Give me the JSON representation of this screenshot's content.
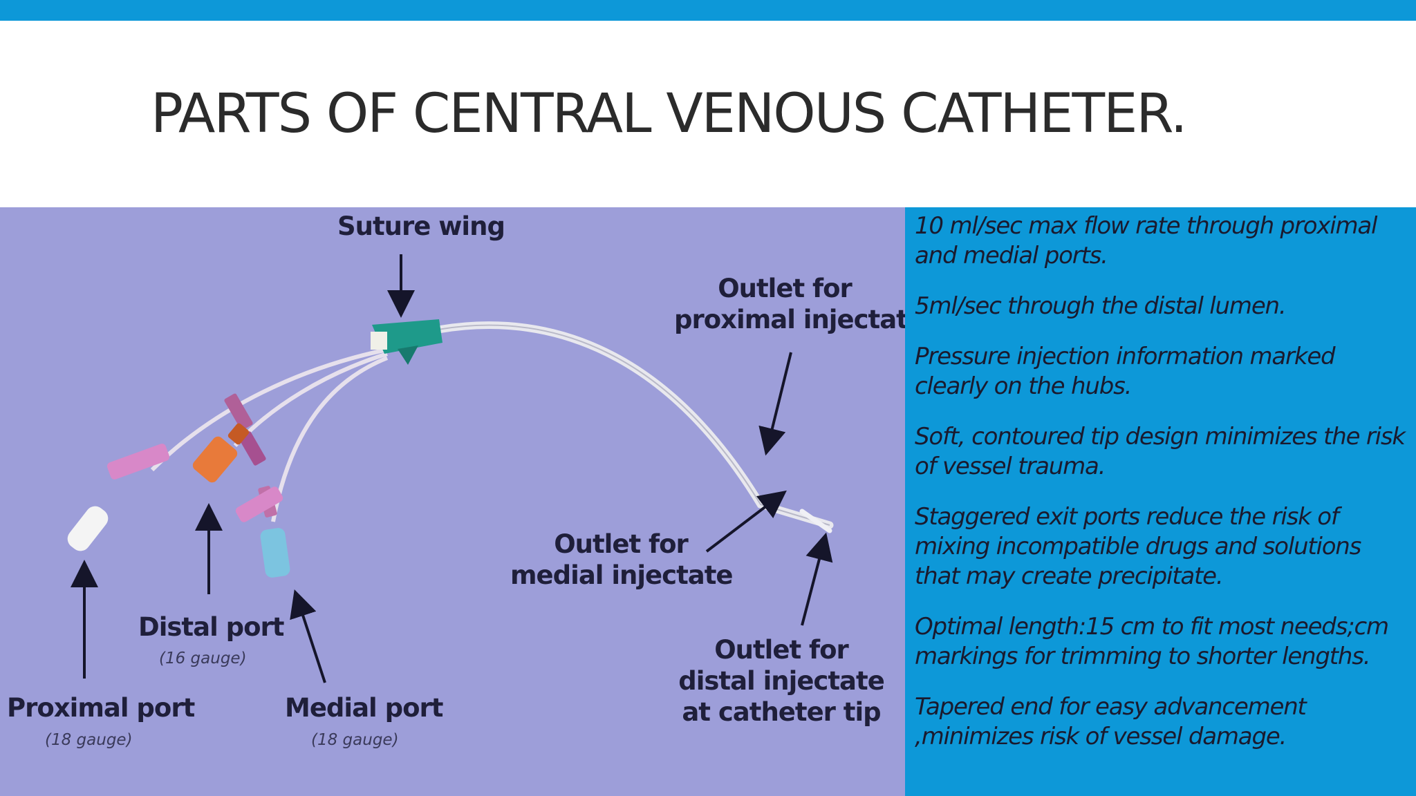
{
  "slide": {
    "title": "PARTS OF CENTRAL VENOUS CATHETER."
  },
  "diagram": {
    "labels": {
      "suture_wing": "Suture wing",
      "outlet_proximal": [
        "Outlet for",
        "proximal injectate"
      ],
      "outlet_medial": [
        "Outlet for",
        "medial injectate"
      ],
      "outlet_distal": [
        "Outlet for",
        "distal injectate",
        "at catheter tip"
      ],
      "distal_port": "Distal port",
      "distal_gauge": "(16 gauge)",
      "proximal_port": "Proximal port",
      "proximal_gauge": "(18 gauge)",
      "medial_port": "Medial port",
      "medial_gauge": "(18 gauge)"
    }
  },
  "info": {
    "items": [
      "10 ml/sec max flow rate through proximal and medial ports.",
      "5ml/sec through the distal lumen.",
      "Pressure injection information marked clearly on the hubs.",
      "Soft, contoured tip design minimizes the risk of vessel trauma.",
      "Staggered exit ports reduce the risk of mixing incompatible drugs and solutions that may create precipitate.",
      "Optimal length:15 cm to fit most needs;cm markings for trimming to shorter lengths.",
      "Tapered end for easy advancement ,minimizes risk of vessel damage."
    ]
  },
  "colors": {
    "accent": "#0d98d8",
    "diagram_bg": "#9d9ed9",
    "wing": "#1e9a8a",
    "hub_pink": "#d888c8",
    "hub_orange": "#e87a3a",
    "hub_blue": "#7cc4e0",
    "hub_white": "#f4f4f4"
  }
}
